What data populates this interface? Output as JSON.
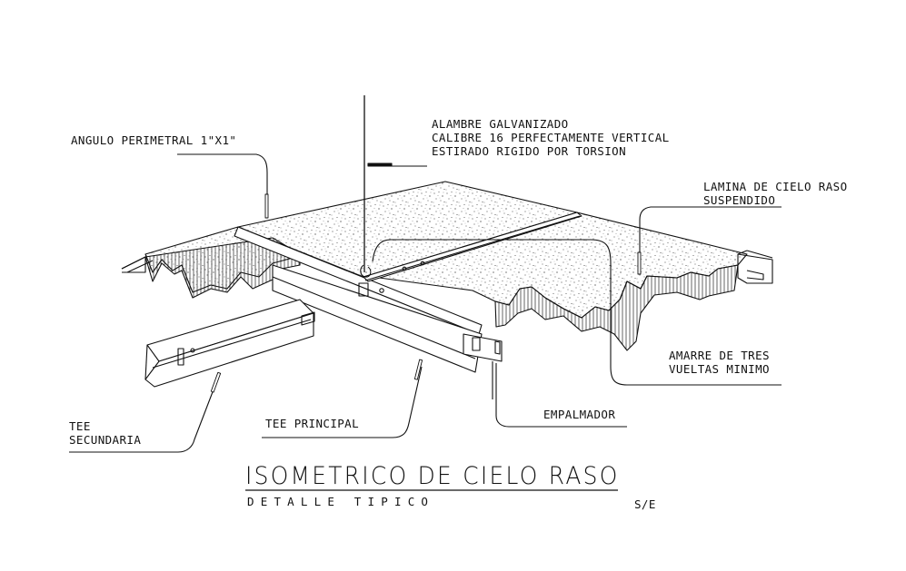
{
  "labels": {
    "alambre": [
      "ALAMBRE GALVANIZADO",
      "CALIBRE 16 PERFECTAMENTE VERTICAL",
      "ESTIRADO RIGIDO POR TORSION"
    ],
    "angulo": "ANGULO PERIMETRAL 1\"X1\"",
    "lamina": [
      "LAMINA DE CIELO RASO",
      "SUSPENDIDO"
    ],
    "amarre": [
      "AMARRE DE TRES",
      "VUELTAS MINIMO"
    ],
    "empalmador": "EMPALMADOR",
    "tee_principal": "TEE PRINCIPAL",
    "tee_secundaria": [
      "TEE",
      "SECUNDARIA"
    ]
  },
  "title": "ISOMETRICO DE CIELO RASO",
  "subtitle": "DETALLE TIPICO",
  "scale": "S/E"
}
